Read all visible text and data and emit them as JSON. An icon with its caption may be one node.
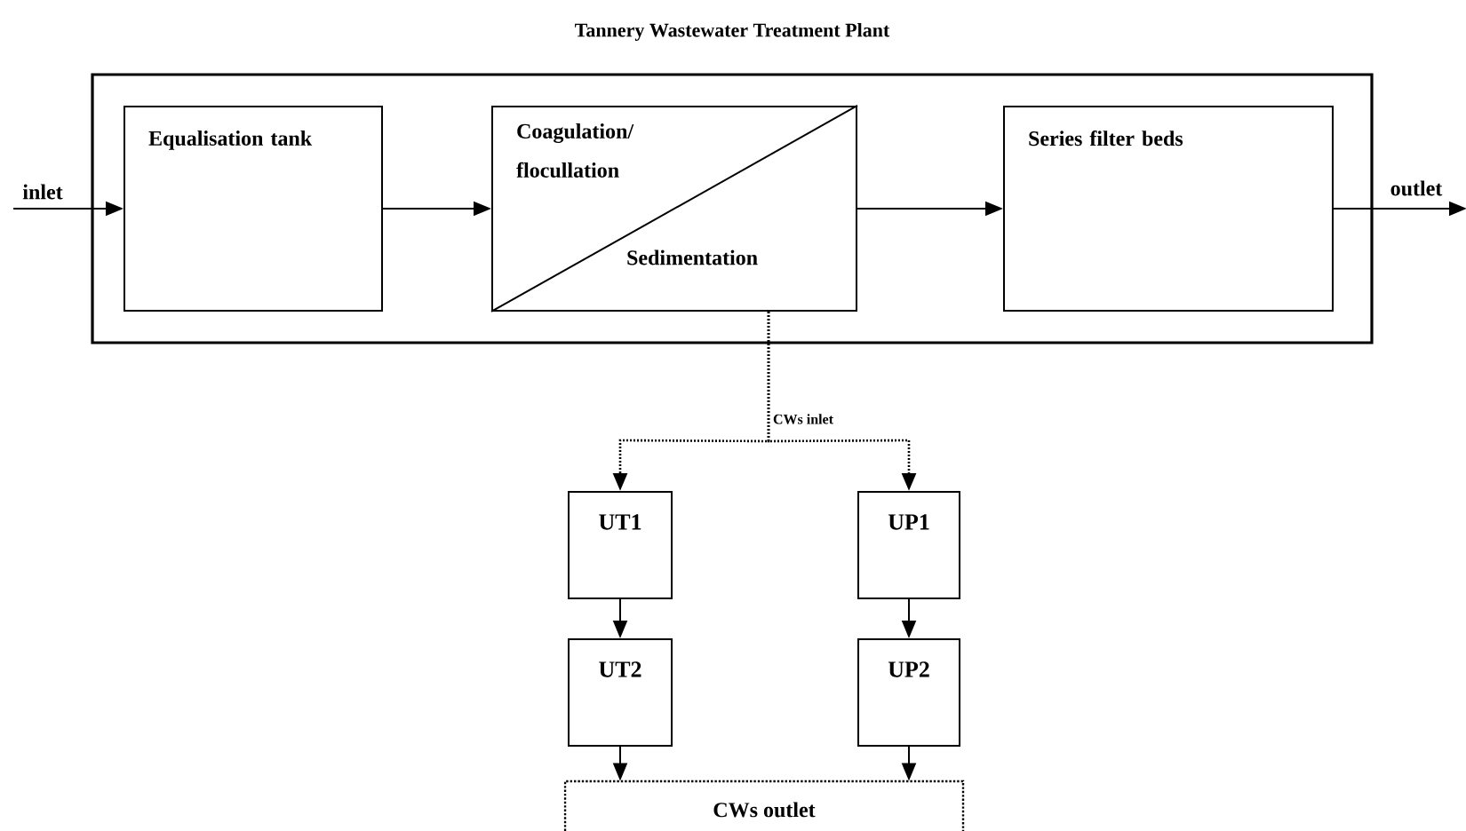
{
  "diagram": {
    "nodes": [
      {
        "text": [
          "Tannery Wastewater Treatment Plant"
        ]
      },
      {
        "text": [
          "Equalisation tank"
        ],
        "in": 0
      },
      {
        "text": [
          "Coagulation/ flocullation",
          "Sedimentation"
        ],
        "in": 0
      },
      {
        "text": [
          "Series filter beds"
        ],
        "in": 0
      },
      {
        "text": [
          "UT1"
        ]
      },
      {
        "text": [
          "UT2"
        ]
      },
      {
        "text": [
          "UP1"
        ]
      },
      {
        "text": [
          "UP2"
        ]
      },
      {
        "text": [
          "CWs outlet"
        ]
      }
    ],
    "edges": [
      {
        "from": null,
        "to": 1,
        "arrow": "to",
        "label": "inlet"
      },
      {
        "from": 1,
        "to": 2,
        "arrow": "to"
      },
      {
        "from": 2,
        "to": 3,
        "arrow": "to"
      },
      {
        "from": 3,
        "to": null,
        "arrow": "to",
        "label": "outlet"
      },
      {
        "from": 2,
        "to": 4,
        "arrow": "to",
        "style": "dashed",
        "label": "CWs inlet"
      },
      {
        "from": 2,
        "to": 6,
        "arrow": "to",
        "style": "dashed"
      },
      {
        "from": 4,
        "to": 5,
        "arrow": "to"
      },
      {
        "from": 6,
        "to": 7,
        "arrow": "to"
      },
      {
        "from": 5,
        "to": 8,
        "arrow": "to"
      },
      {
        "from": 7,
        "to": 8,
        "arrow": "to"
      }
    ]
  }
}
